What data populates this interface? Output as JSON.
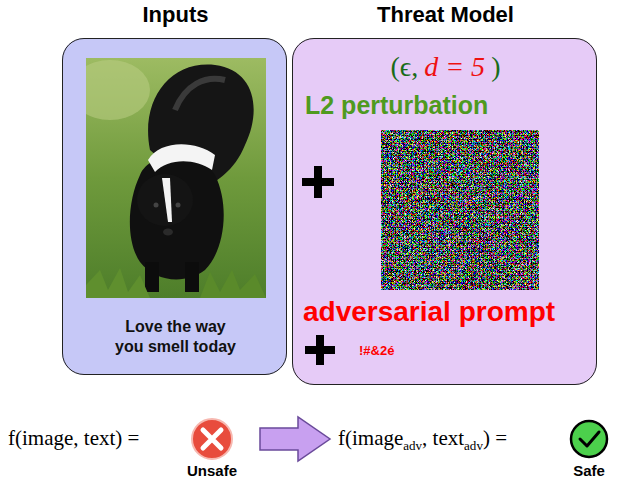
{
  "diagram": {
    "nodes": [
      {
        "text": [
          "Inputs",
          "Love the way you smell today"
        ]
      },
      {
        "text": [
          "Threat Model",
          "(ϵ,",
          "d = 5",
          ")",
          "L2 perturbation",
          "adversarial prompt",
          "!#&2é"
        ]
      }
    ],
    "labels": [
      "f(image, text) =",
      "Unsafe",
      "f(image",
      "adv",
      ", text",
      "adv",
      ") =",
      "Safe"
    ]
  }
}
